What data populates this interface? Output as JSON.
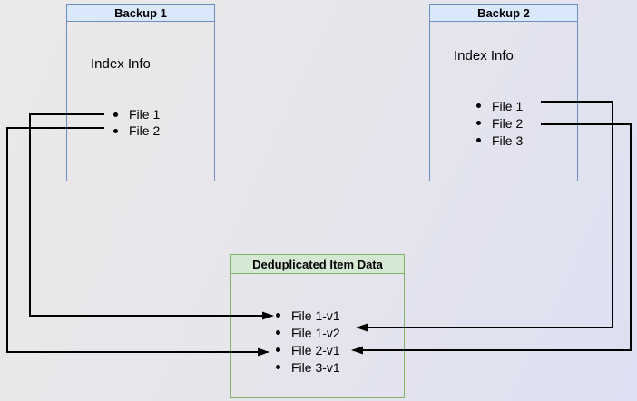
{
  "diagram": {
    "backup1": {
      "title": "Backup 1",
      "section_label": "Index Info",
      "items": [
        "File 1",
        "File 2"
      ]
    },
    "backup2": {
      "title": "Backup 2",
      "section_label": "Index Info",
      "items": [
        "File 1",
        "File 2",
        "File 3"
      ]
    },
    "dedup": {
      "title": "Deduplicated Item Data",
      "items": [
        "File 1-v1",
        "File 1-v2",
        "File 2-v1",
        "File 3-v1"
      ]
    },
    "connections": [
      {
        "from": "Backup 1 / File 1",
        "to": "File 1-v1"
      },
      {
        "from": "Backup 1 / File 2",
        "to": "File 2-v1"
      },
      {
        "from": "Backup 2 / File 1",
        "to": "File 1-v2"
      },
      {
        "from": "Backup 2 / File 2",
        "to": "File 2-v1"
      }
    ],
    "colors": {
      "backup_border": "#6c8ebf",
      "backup_header_fill": "#dae8fc",
      "dedup_border": "#82b366",
      "dedup_header_fill": "#d5e8d4",
      "connector": "#000000",
      "text": "#000000"
    }
  }
}
